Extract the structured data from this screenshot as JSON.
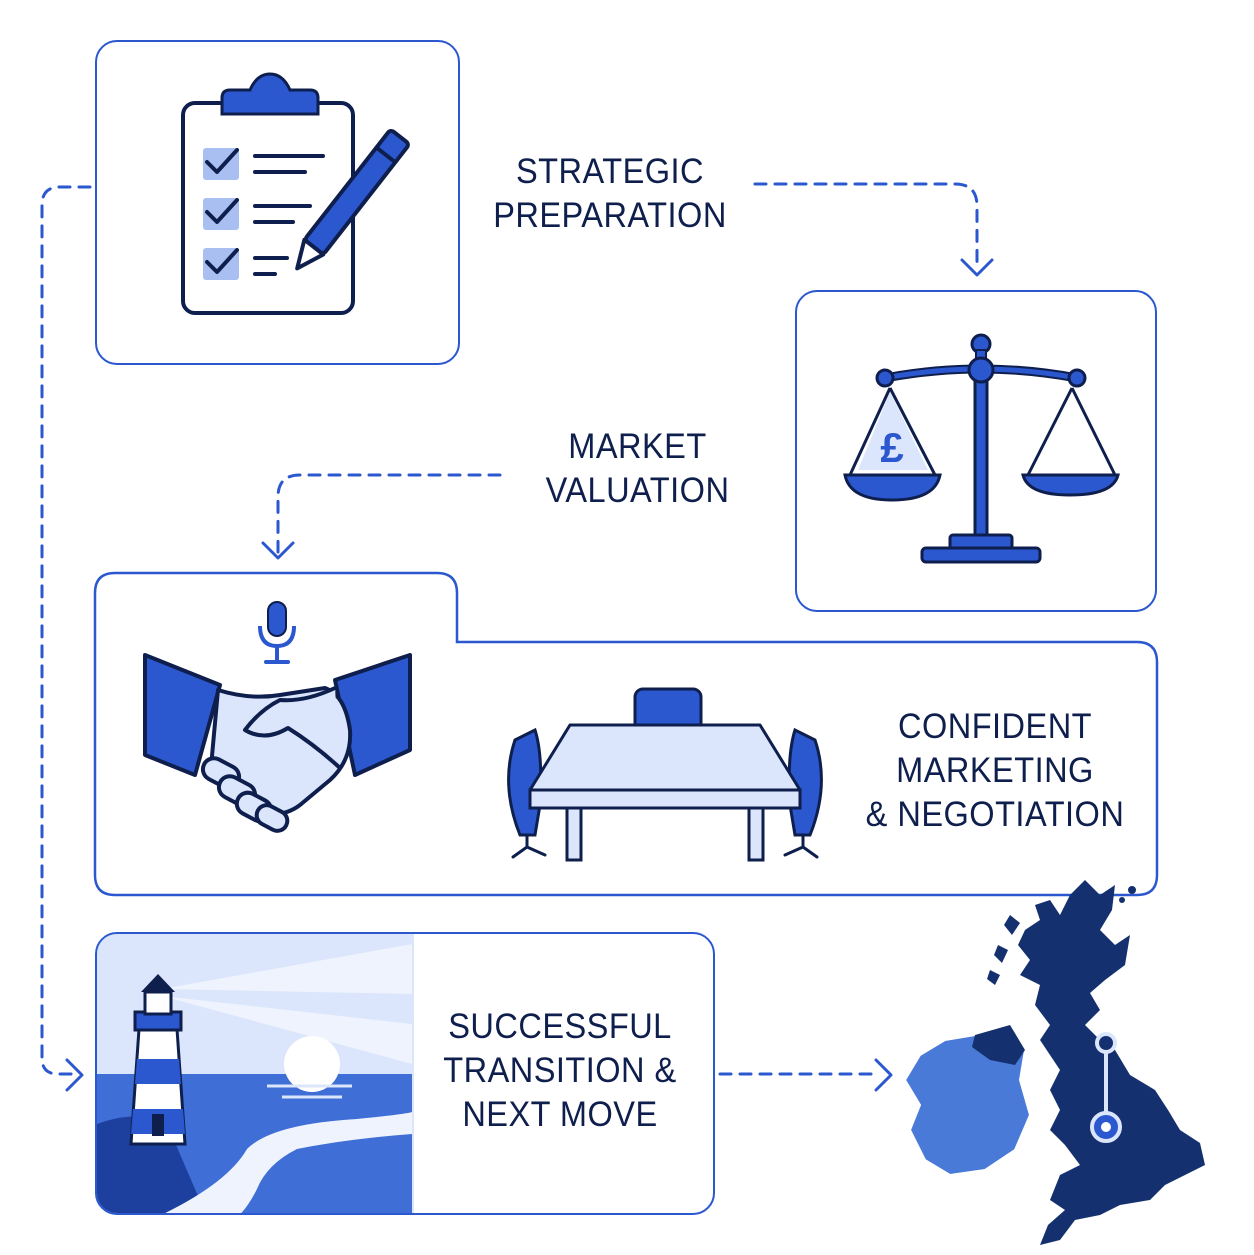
{
  "steps": [
    {
      "icon": "clipboard-checklist-icon",
      "lines": [
        "STRATEGIC",
        "PREPARATION"
      ]
    },
    {
      "icon": "scales-pound-icon",
      "lines": [
        "MARKET",
        "VALUATION"
      ]
    },
    {
      "icons": [
        "handshake-icon",
        "microphone-icon",
        "meeting-table-icon"
      ],
      "lines": [
        "CONFIDENT",
        "MARKETING",
        "& NEGOTIATION"
      ]
    },
    {
      "icon": "lighthouse-scene-icon",
      "lines": [
        "SUCCESSFUL",
        "TRANSITION &",
        "NEXT MOVE"
      ]
    }
  ],
  "map": {
    "icon": "uk-ireland-map-icon",
    "marker": "location-pin-icon"
  },
  "scales": {
    "currency_symbol": "£"
  },
  "colors": {
    "accent": "#2b57cf",
    "navy": "#0f1f4d",
    "light": "#dbe5fb",
    "map_dark": "#14306e",
    "map_light": "#4a7ad8"
  }
}
